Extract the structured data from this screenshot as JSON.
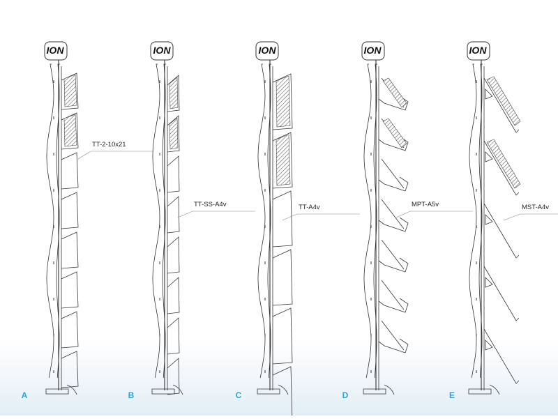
{
  "accent_color": "#2aa3dd",
  "brand": "ION",
  "variants": [
    {
      "letter": "A",
      "label": "TT-2-10x21",
      "style": "tray",
      "pockets": 8
    },
    {
      "letter": "B",
      "label": "TT-SS-A4v",
      "style": "slim",
      "pockets": 8
    },
    {
      "letter": "C",
      "label": "TT-A4v",
      "style": "tall",
      "pockets": 6
    },
    {
      "letter": "D",
      "label": "MPT-A5v",
      "style": "angled",
      "pockets": 7
    },
    {
      "letter": "E",
      "label": "MST-A4v",
      "style": "wire",
      "pockets": 5
    }
  ]
}
